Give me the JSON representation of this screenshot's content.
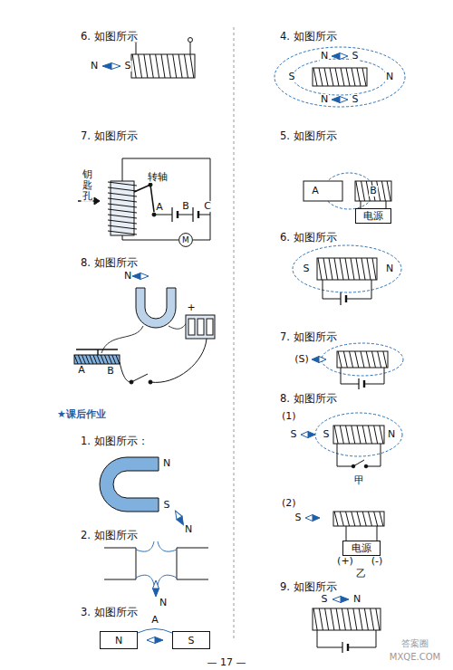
{
  "diagram": {
    "nodes": [
      {
        "text": [
          "M"
        ]
      },
      {
        "text": [
          "N"
        ]
      },
      {
        "text": [
          "S"
        ]
      },
      {
        "text": [
          "电源"
        ]
      },
      {
        "text": [
          "电源"
        ]
      }
    ],
    "labels": [
      "6. 如图所示",
      "N",
      "S",
      "7. 如图所示",
      "钥匙孔",
      "转轴",
      "A",
      "B",
      "C",
      "8. 如图所示",
      "N",
      "+",
      "A",
      "B",
      "★课后作业",
      "1. 如图所示：",
      "N",
      "S",
      "N",
      "2. 如图所示",
      "N",
      "3. 如图所示",
      "A",
      "4. 如图所示",
      "N",
      "S",
      "S",
      "N",
      "N",
      "S",
      "5. 如图所示",
      "A",
      "B",
      "6. 如图所示",
      "S",
      "N",
      "7. 如图所示",
      "(S)",
      "8. 如图所示",
      "(1)",
      "S",
      "S",
      "N",
      "甲",
      "(2)",
      "S",
      "(+)",
      "(-)",
      "乙",
      "9. 如图所示",
      "S",
      "N",
      "— 17 —",
      "答案圈",
      "MXQE.COM"
    ]
  }
}
